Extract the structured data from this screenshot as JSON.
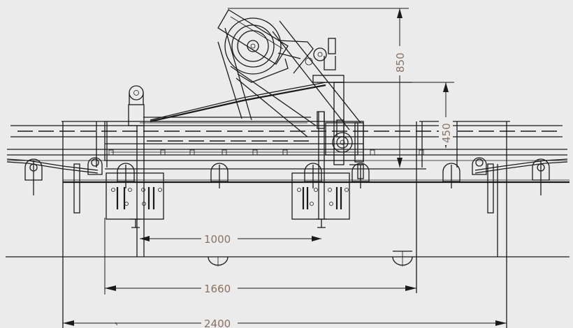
{
  "dimensions": {
    "width_1000": "1000",
    "width_1660": "1660",
    "width_2400": "2400",
    "height_850": "850",
    "height_450": "450"
  },
  "colors": {
    "background": "#ebebeb",
    "line": "#1a1a1a",
    "dimension_text": "#8a7262"
  }
}
